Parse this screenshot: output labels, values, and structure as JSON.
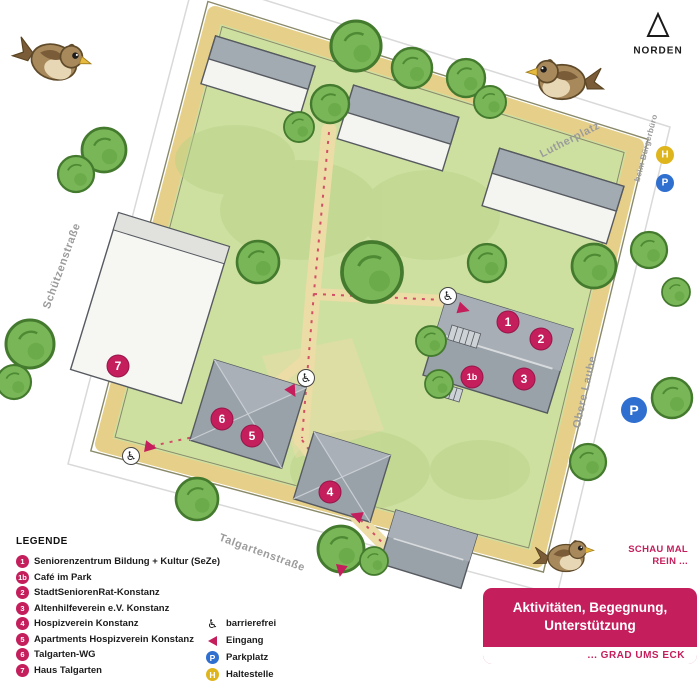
{
  "colors": {
    "accent": "#c41e5c",
    "parking_blue": "#2f6fd0",
    "stop_yellow": "#dfb51e",
    "lawn_green": "#cde0a0",
    "tree_green": "#79b657",
    "path_tan": "#ecdca6",
    "roof_gray": "#99a1a9"
  },
  "compass": {
    "label": "NORDEN"
  },
  "streets": {
    "left": "Schützenstraße",
    "bottom": "Talgartenstraße",
    "top_right": "Lutherplatz",
    "right": "Obere Laube",
    "right_small": "beim Bürgerbüro"
  },
  "map": {
    "icons": {
      "wheelchair": "♿",
      "parking": "P",
      "stop": "H"
    }
  },
  "legend": {
    "title": "LEGENDE",
    "items": [
      {
        "id": "1",
        "label": "Seniorenzentrum Bildung + Kultur (SeZe)"
      },
      {
        "id": "1b",
        "label": "Café im Park"
      },
      {
        "id": "2",
        "label": "StadtSeniorenRat-Konstanz"
      },
      {
        "id": "3",
        "label": "Altenhilfeverein e.V. Konstanz"
      },
      {
        "id": "4",
        "label": "Hospizverein Konstanz"
      },
      {
        "id": "5",
        "label": "Apartments Hospizverein Konstanz"
      },
      {
        "id": "6",
        "label": "Talgarten-WG"
      },
      {
        "id": "7",
        "label": "Haus Talgarten"
      }
    ],
    "symbols": [
      {
        "icon": "wheelchair-icon",
        "glyph": "♿",
        "label": "barrierefrei"
      },
      {
        "icon": "entrance-triangle-icon",
        "glyph": "",
        "label": "Eingang"
      },
      {
        "icon": "parking-icon",
        "glyph": "P",
        "label": "Parkplatz"
      },
      {
        "icon": "stop-icon",
        "glyph": "H",
        "label": "Haltestelle"
      }
    ]
  },
  "banner": {
    "speech_line1": "SCHAU MAL",
    "speech_line2": "REIN ...",
    "title_line1": "Aktivitäten, Begegnung,",
    "title_line2": "Unterstützung",
    "footer": "... GRAD UMS ECK"
  }
}
